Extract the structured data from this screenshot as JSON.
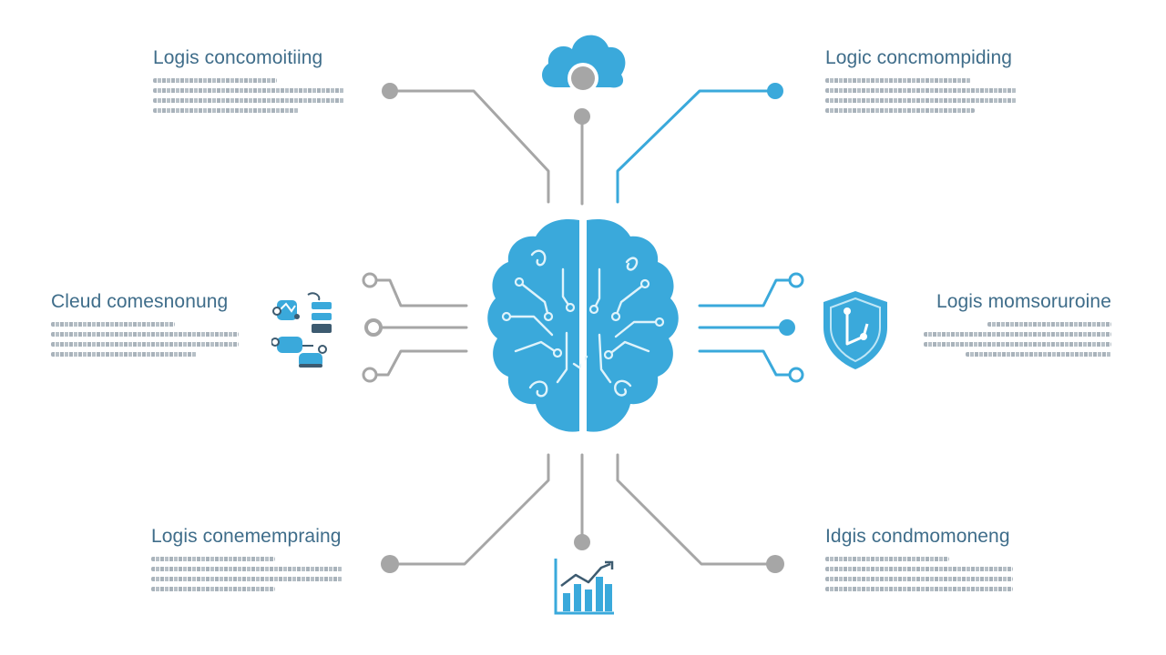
{
  "blocks": {
    "top_left": {
      "title": "Logis concomoitiing"
    },
    "top_right": {
      "title": "Logic concmompiding"
    },
    "mid_left": {
      "title": "Cleud comesnonung"
    },
    "mid_right": {
      "title": "Logis momsoruroine"
    },
    "bottom_left": {
      "title": "Logis conemempraing"
    },
    "bottom_right": {
      "title": "Idgis condmomoneng"
    }
  },
  "icons": {
    "top": "cloud-icon",
    "center": "brain-circuit-icon",
    "mid_left": "devices-cluster-icon",
    "mid_right": "shield-icon",
    "bottom": "bar-chart-icon"
  },
  "colors": {
    "accent_blue": "#3aa9db",
    "connector_gray": "#a6a6a6",
    "title_text": "#3f6d8a",
    "filler_text": "#a9b3bb"
  }
}
